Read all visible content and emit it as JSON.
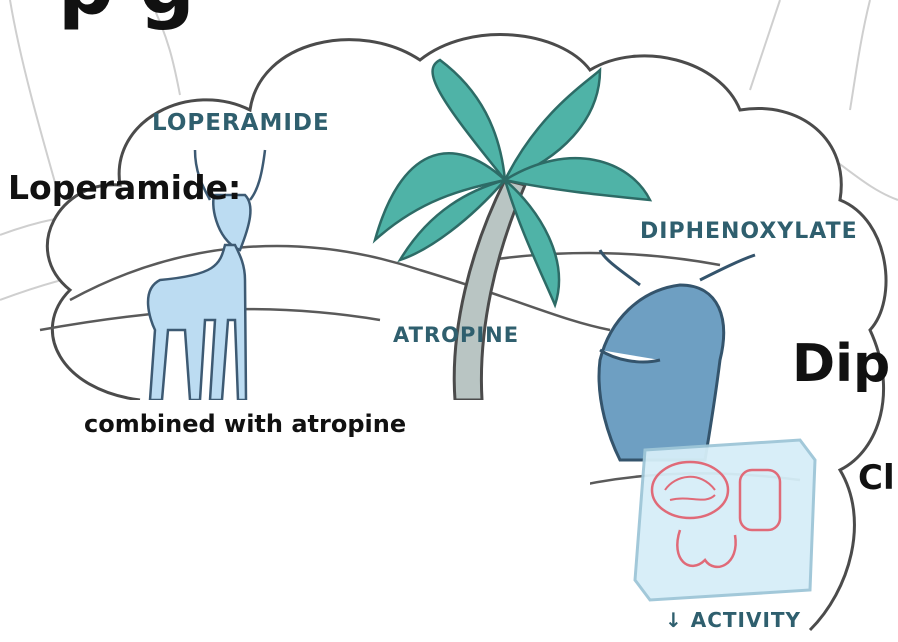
{
  "overlay": {
    "title_fragment": "p      g",
    "loperamide_heading": "Loperamide:",
    "combined_text": "combined with atropine",
    "diphenoxylate_heading_fragment": "Dip",
    "cut_text_fragment": "Cl"
  },
  "illustration": {
    "loperamide_label": "LOPERAMIDE",
    "atropine_label": "ATROPINE",
    "diphenoxylate_label": "DIPHENOXYLATE",
    "activity_label": "↓ ACTIVITY"
  },
  "colors": {
    "outline": "#4b4b4b",
    "antelope": "#bcdcf2",
    "palm_leaf": "#4fb3a7",
    "trunk": "#b9c5c3",
    "dolphin": "#6e9fc2",
    "ice_cube": "#d6eef8",
    "organs": "#e06a78"
  }
}
